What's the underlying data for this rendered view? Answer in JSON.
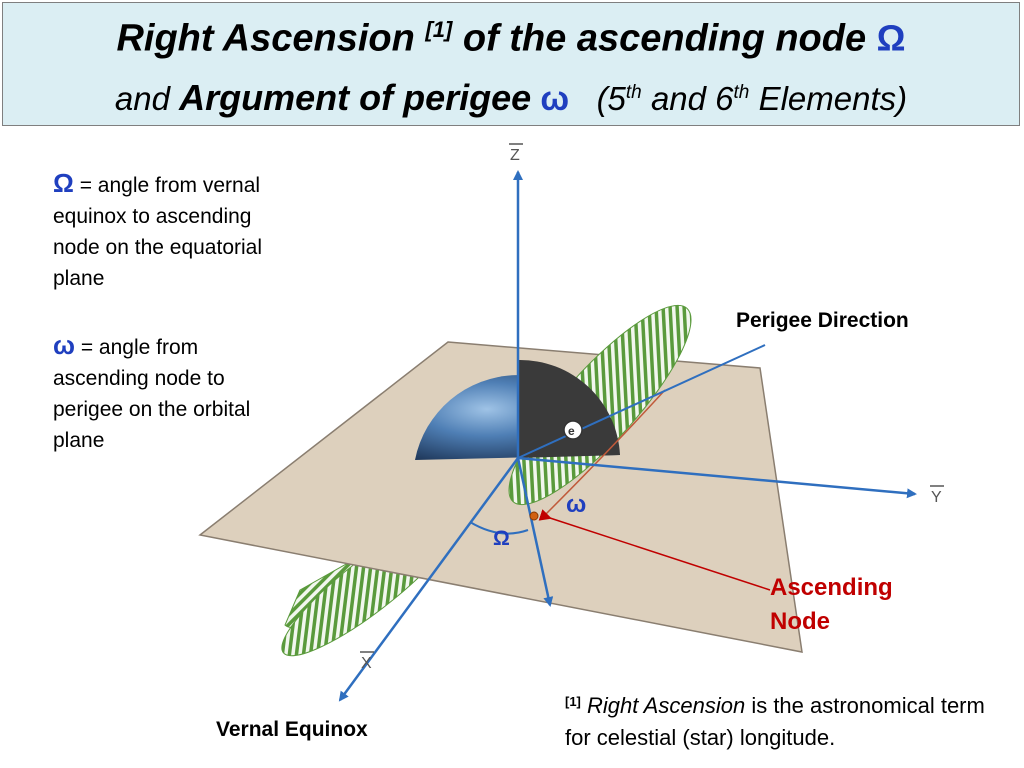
{
  "title": {
    "line1_main": "Right Ascension",
    "line1_ref": "[1]",
    "line1_rest": "of the ascending node",
    "line1_symbol": "Ω",
    "line2_and": "and",
    "line2_main": "Argument of perigee",
    "line2_symbol": "ω",
    "line2_open": "(5",
    "line2_sup1": "th",
    "line2_mid": "and 6",
    "line2_sup2": "th",
    "line2_close": "Elements)"
  },
  "definitions": {
    "omega_upper_symbol": "Ω",
    "omega_upper_text": "= angle from vernal equinox to ascending node on the equatorial plane",
    "omega_lower_symbol": "ω",
    "omega_lower_text": "= angle from ascending node to perigee on the orbital plane"
  },
  "diagram": {
    "axis_z": "Z",
    "axis_y": "Y",
    "axis_x": "X",
    "eccentricity_vector": "e",
    "label_perigee_direction": "Perigee Direction",
    "label_vernal_equinox": "Vernal Equinox",
    "label_ascending_node": [
      "Ascending",
      "Node"
    ],
    "angle_omega_lower": "ω",
    "angle_omega_upper": "Ω"
  },
  "footnote": {
    "ref": "[1]",
    "italic": "Right Ascension",
    "text": "is the astronomical term for celestial (star) longitude."
  },
  "colors": {
    "title_bg": "#dbeef3",
    "symbol_blue": "#1f3fbf",
    "axis_blue": "#2f6fbf",
    "plane_tan": "#ddd0bd",
    "orbit_green": "#5a9a3c",
    "ascending_red": "#c00000"
  }
}
